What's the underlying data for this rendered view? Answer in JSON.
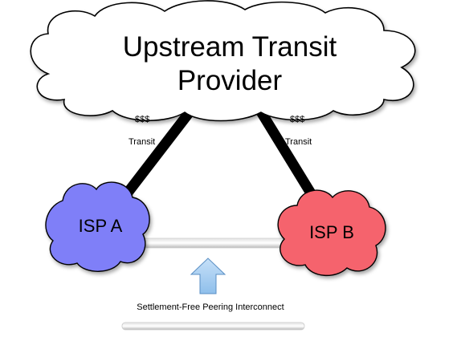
{
  "upstream": {
    "title_line1": "Upstream Transit",
    "title_line2": "Provider"
  },
  "isp_a": {
    "label": "ISP A",
    "color": "#7f7ff8"
  },
  "isp_b": {
    "label": "ISP B",
    "color": "#f5636d"
  },
  "links": {
    "left_cost": "$$$",
    "left_type": "Transit",
    "right_cost": "$$$",
    "right_type": "Transit"
  },
  "peering": {
    "caption": "Settlement-Free Peering Interconnect",
    "arrow_color": "#9dc8f0"
  }
}
